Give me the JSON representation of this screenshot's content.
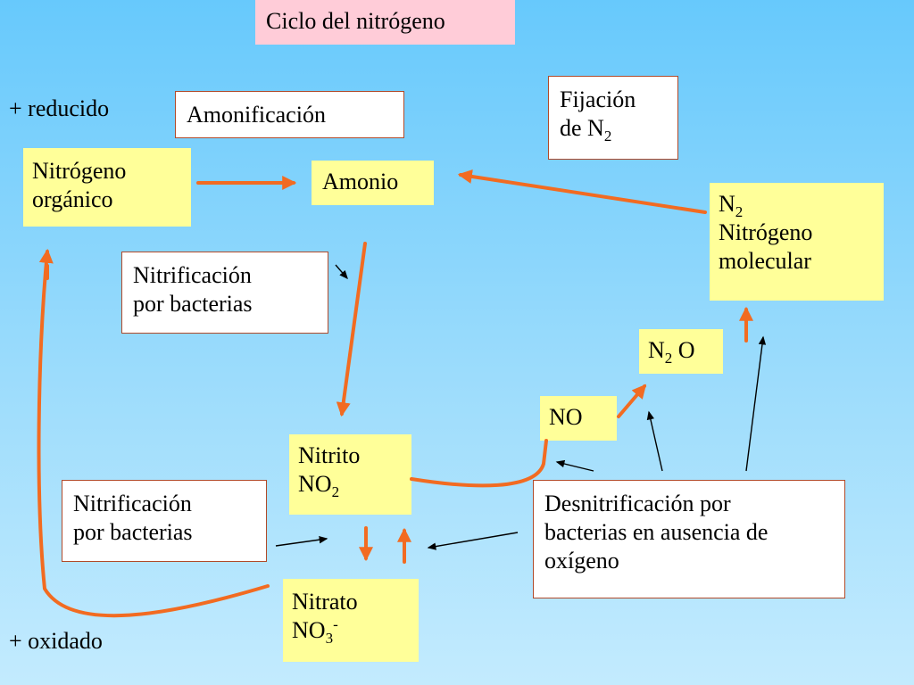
{
  "title": "Ciclo del nitrógeno",
  "labels": {
    "reducido": "+ reducido",
    "oxidado": "+ oxidado"
  },
  "boxes": {
    "amonificacion": "Amonificación",
    "fijacion": {
      "line1": "Fijación",
      "line2_prefix": "de N",
      "line2_sub": "2"
    },
    "nitrogeno_organico": {
      "line1": "Nitrógeno",
      "line2": "orgánico"
    },
    "amonio": "Amonio",
    "n2_molecular": {
      "formula": "N",
      "formula_sub": "2",
      "line2": "Nitrógeno",
      "line3": "molecular"
    },
    "nitrificacion_top": {
      "line1": "Nitrificación",
      "line2": "por bacterias"
    },
    "n2o": {
      "prefix": "N",
      "sub": "2",
      "suffix": " O"
    },
    "no": "NO",
    "nitrito": {
      "line1": "Nitrito",
      "formula": "NO",
      "formula_sub": "2"
    },
    "nitrificacion_bottom": {
      "line1": "Nitrificación",
      "line2": "por bacterias"
    },
    "desnitrificacion": {
      "line1": "Desnitrificación por",
      "line2": "bacterias en ausencia de",
      "line3": "oxígeno"
    },
    "nitrato": {
      "line1": "Nitrato",
      "formula": "NO",
      "formula_sub": "3",
      "formula_sup": "-"
    }
  },
  "colors": {
    "arrow_orange": "#f26b21",
    "arrow_black": "#000000",
    "box_yellow": "#ffff99",
    "title_pink": "#ffccd8"
  }
}
